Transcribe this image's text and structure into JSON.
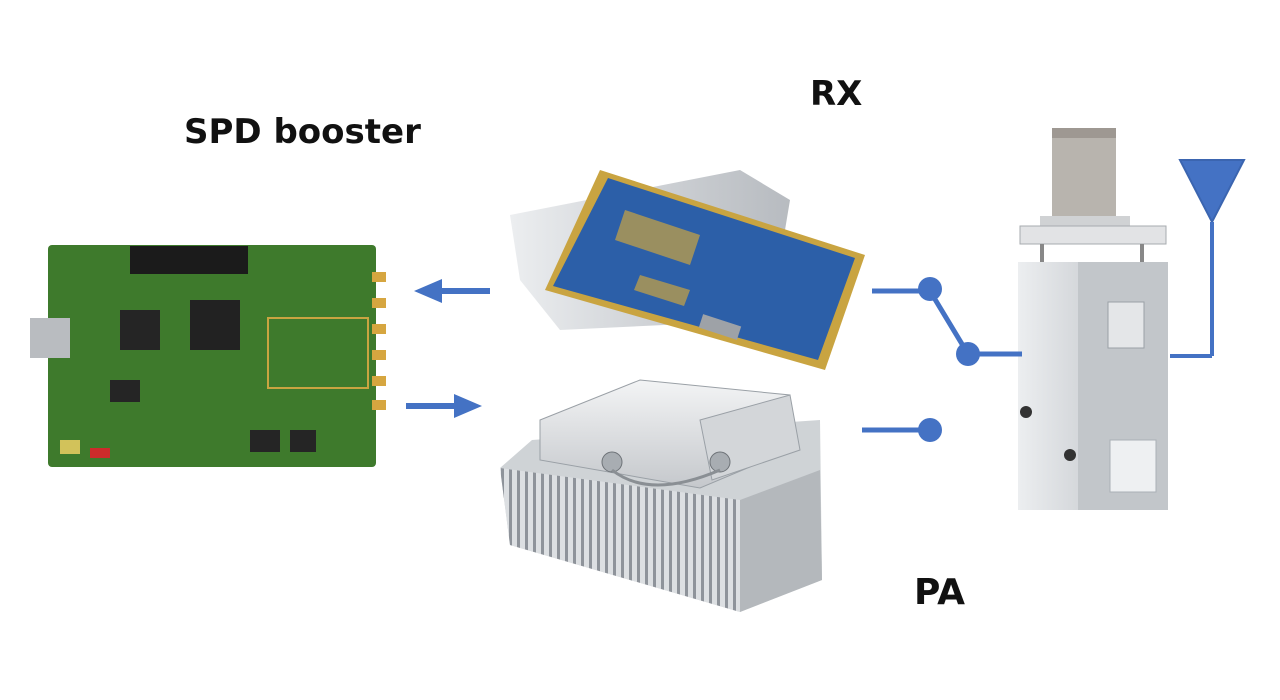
{
  "labels": {
    "spd_booster": "SPD booster",
    "rx": "RX",
    "pa": "PA"
  },
  "colors": {
    "connector": "#4472C4",
    "pcb_green": "#3e7a2c",
    "pcb_blue": "#2c5fa8",
    "pcb_gold": "#c9a441",
    "aluminum": "#d9dadc"
  },
  "icons": [
    "antenna-icon",
    "switch-node-icon"
  ]
}
